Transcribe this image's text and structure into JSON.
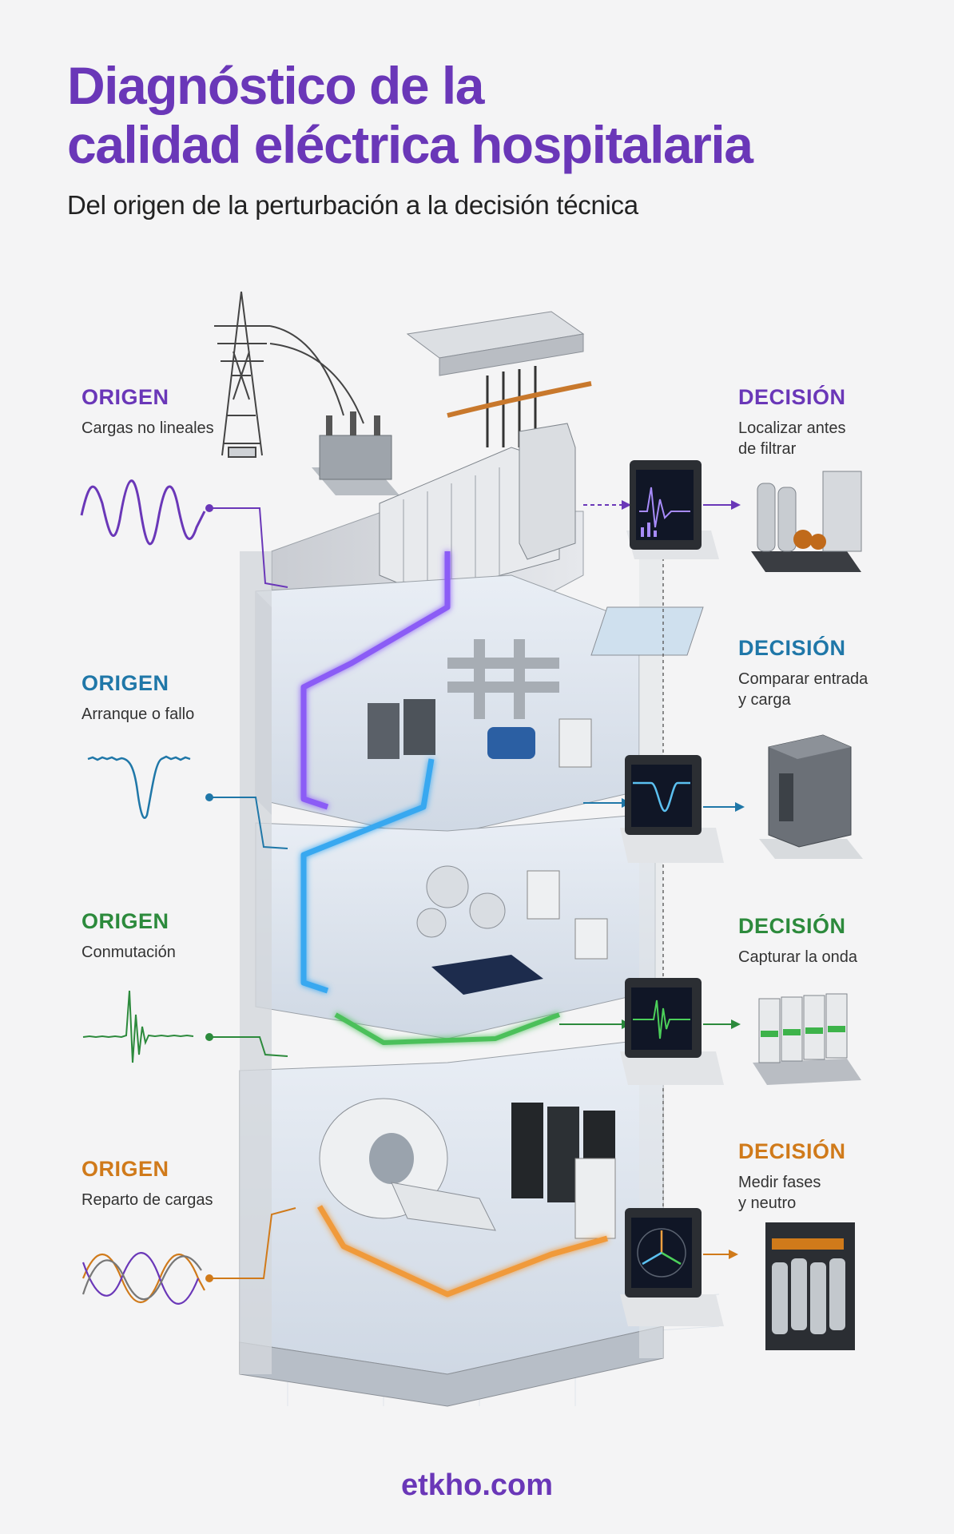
{
  "header": {
    "title_line1": "Diagnóstico de la",
    "title_line2": "calidad eléctrica hospitalaria",
    "subtitle": "Del origen de la perturbación a la decisión técnica"
  },
  "rows": [
    {
      "color": "#6a37b8",
      "origin_head": "ORIGEN",
      "origin_text": "Cargas no lineales",
      "decision_head": "DECISIÓN",
      "decision_line1": "Localizar antes",
      "decision_line2": "de filtrar"
    },
    {
      "color": "#1f77a8",
      "origin_head": "ORIGEN",
      "origin_text": "Arranque o fallo",
      "decision_head": "DECISIÓN",
      "decision_line1": "Comparar entrada",
      "decision_line2": "y carga"
    },
    {
      "color": "#2c8a3c",
      "origin_head": "ORIGEN",
      "origin_text": "Conmutación",
      "decision_head": "DECISIÓN",
      "decision_line1": "Capturar la onda",
      "decision_line2": ""
    },
    {
      "color": "#d07a1a",
      "origin_head": "ORIGEN",
      "origin_text": "Reparto de cargas",
      "decision_head": "DECISIÓN",
      "decision_line1": "Medir fases",
      "decision_line2": "y neutro"
    }
  ],
  "colors": {
    "purple": "#6a37b8",
    "blue": "#1f77a8",
    "green": "#2c8a3c",
    "orange": "#d07a1a"
  },
  "icons": [
    "transmission-tower-icon",
    "transformer-icon",
    "analyzer-screen-icon",
    "harmonic-filter-icon",
    "ups-cabinet-icon",
    "surge-protector-icon",
    "capacitor-bank-icon"
  ],
  "footer": {
    "site": "etkho.com"
  }
}
